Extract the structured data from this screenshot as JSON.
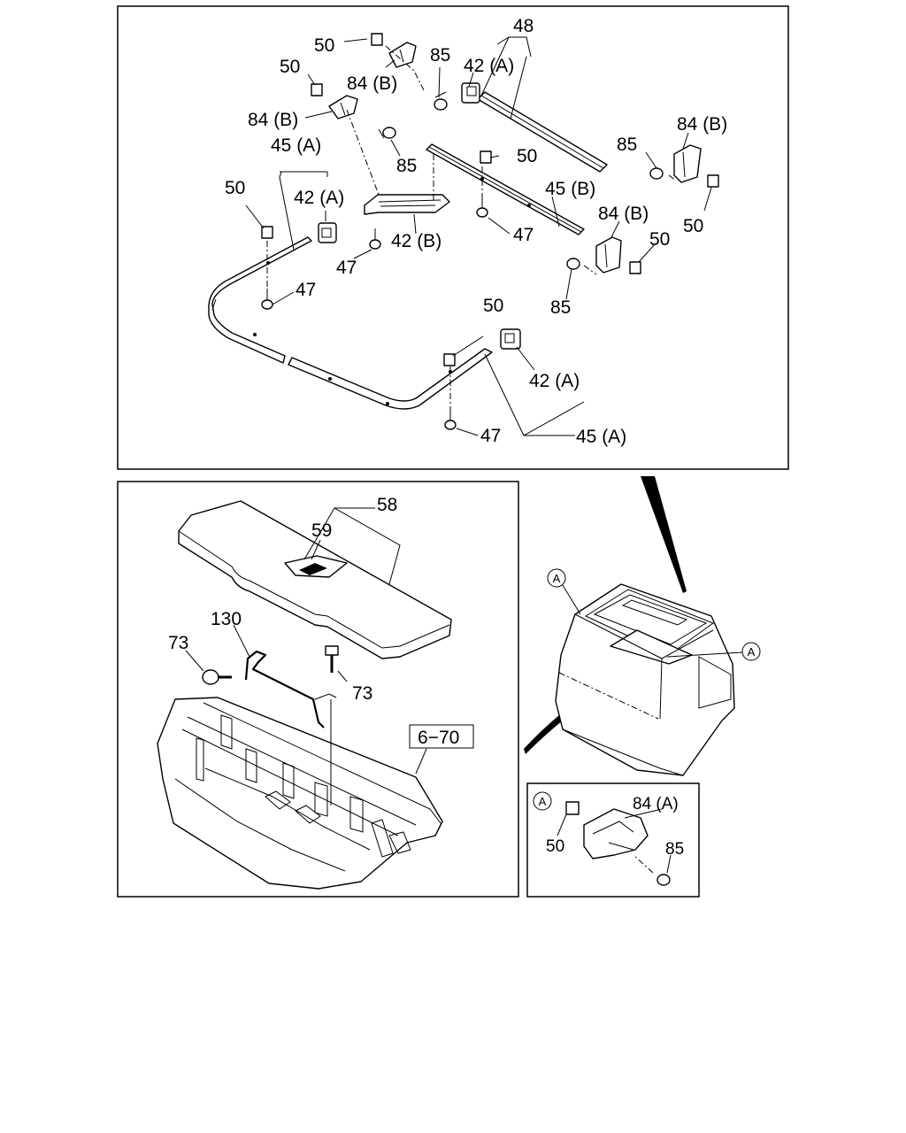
{
  "labels": {
    "p48": "48",
    "p42A": "42 (A)",
    "p42B": "42 (B)",
    "p45A": "45 (A)",
    "p45B": "45 (B)",
    "p47": "47",
    "p50": "50",
    "p84A": "84 (A)",
    "p84B": "84 (B)",
    "p85": "85",
    "p58": "58",
    "p59": "59",
    "p130": "130",
    "p73": "73",
    "ref670": "6−70",
    "viewA": "A"
  }
}
